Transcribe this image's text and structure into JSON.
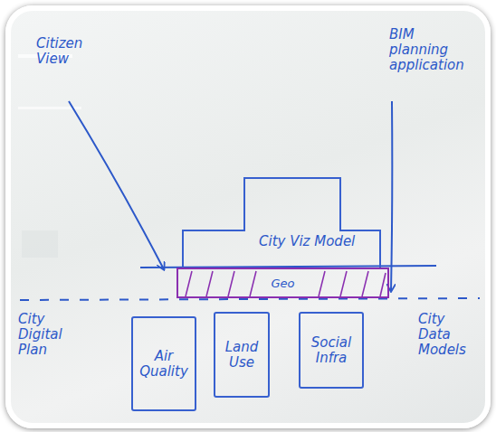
{
  "diagram": {
    "nodes": [
      {
        "text": [
          "City Viz Model"
        ]
      },
      {
        "text": [
          "Geo"
        ]
      },
      {
        "text": [
          "Air Quality"
        ]
      },
      {
        "text": [
          "Land Use"
        ]
      },
      {
        "text": [
          "Social Infra"
        ]
      }
    ],
    "labels": [
      "Citizen View",
      "BIM planning application",
      "City Digital Plan",
      "City Data Models"
    ]
  }
}
